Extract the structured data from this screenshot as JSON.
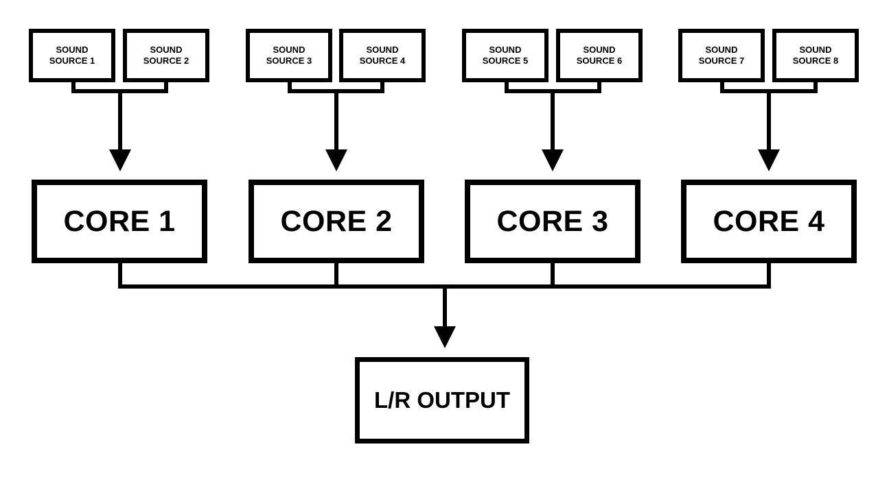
{
  "sources": [
    {
      "label": "SOUND\nSOURCE 1"
    },
    {
      "label": "SOUND\nSOURCE 2"
    },
    {
      "label": "SOUND\nSOURCE 3"
    },
    {
      "label": "SOUND\nSOURCE 4"
    },
    {
      "label": "SOUND\nSOURCE 5"
    },
    {
      "label": "SOUND\nSOURCE 6"
    },
    {
      "label": "SOUND\nSOURCE 7"
    },
    {
      "label": "SOUND\nSOURCE 8"
    }
  ],
  "cores": [
    {
      "label": "CORE 1"
    },
    {
      "label": "CORE 2"
    },
    {
      "label": "CORE 3"
    },
    {
      "label": "CORE 4"
    }
  ],
  "output": {
    "label": "L/R OUTPUT"
  },
  "colors": {
    "stroke": "#000000",
    "fill": "#ffffff"
  }
}
